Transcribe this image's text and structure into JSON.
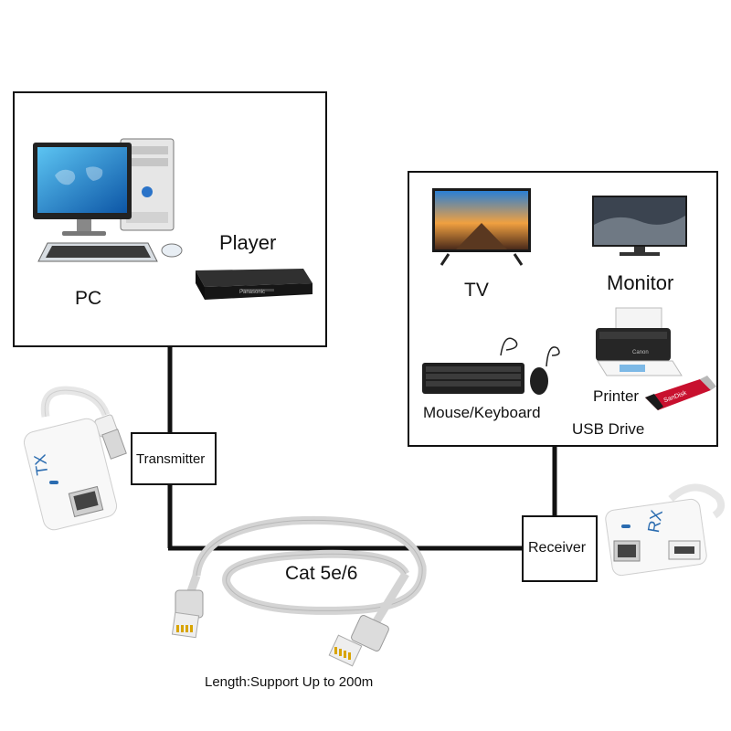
{
  "source_group": {
    "pc_label": "PC",
    "player_label": "Player",
    "player_brand": "Panasonic"
  },
  "transmitter": {
    "label": "Transmitter",
    "adapter_text": "TX"
  },
  "receiver": {
    "label": "Receiver",
    "adapter_text": "RX"
  },
  "cable": {
    "label": "Cat 5e/6",
    "length_note": "Length:Support Up to 200m"
  },
  "display_group": {
    "tv_label": "TV",
    "monitor_label": "Monitor",
    "mouse_keyboard_label": "Mouse/Keyboard",
    "printer_label": "Printer",
    "printer_brand": "Canon",
    "usb_drive_label": "USB Drive",
    "usb_drive_brand": "SanDisk"
  },
  "colors": {
    "wire": "#111111",
    "cable": "#d4d4d4",
    "adapter_accent": "#2b6cb0",
    "usb_drive_red": "#c8102e",
    "screen_blue": "#1e73c8"
  }
}
